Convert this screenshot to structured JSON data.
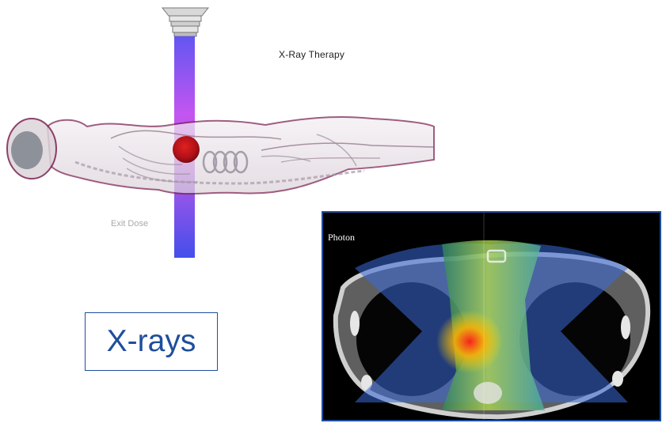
{
  "illustration": {
    "beam_label": "X-Ray Therapy",
    "exit_label": "Exit Dose"
  },
  "modality": {
    "label": "X-rays"
  },
  "ct_panel": {
    "title": "Photon"
  },
  "colors": {
    "frame_blue": "#1f4e9c",
    "beam_magenta": "#c04cf0",
    "beam_blue": "#3a45ea",
    "tumor_red": "#c0101a",
    "body_outline": "#7a2050"
  }
}
